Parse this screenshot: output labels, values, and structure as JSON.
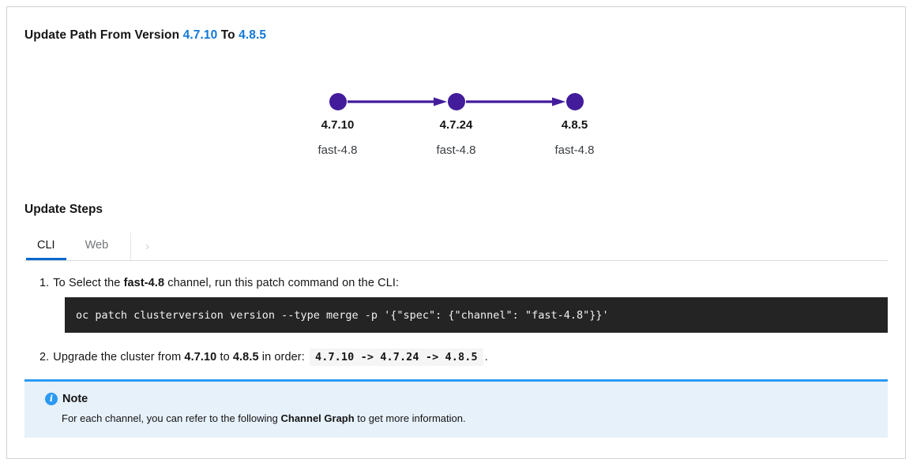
{
  "panel": {
    "title": {
      "prefix": "Update Path From Version",
      "from_version": "4.7.10",
      "connector": "To",
      "to_version": "4.8.5"
    },
    "graph": {
      "nodes": [
        {
          "version": "4.7.10",
          "channel": "fast-4.8"
        },
        {
          "version": "4.7.24",
          "channel": "fast-4.8"
        },
        {
          "version": "4.8.5",
          "channel": "fast-4.8"
        }
      ]
    },
    "steps_section": {
      "heading": "Update Steps",
      "tabs": [
        {
          "label": "CLI",
          "active": true
        },
        {
          "label": "Web",
          "active": false
        }
      ],
      "more_icon": "›",
      "steps": [
        {
          "marker": "1.",
          "text_before": "To Select the ",
          "bold_channel": "fast-4.8",
          "text_after": " channel, run this patch command on the CLI:",
          "command": "oc patch clusterversion version --type merge -p '{\"spec\": {\"channel\": \"fast-4.8\"}}'"
        },
        {
          "marker": "2.",
          "text_before": "Upgrade the cluster from ",
          "bold_from": "4.7.10",
          "text_mid": " to ",
          "bold_to": "4.8.5",
          "text_after": " in order: ",
          "order_code": "4.7.10 -> 4.7.24 -> 4.8.5",
          "period": "."
        }
      ]
    },
    "note": {
      "icon_char": "i",
      "title": "Note",
      "body_before": "For each channel, you can refer to the following ",
      "body_bold": "Channel Graph",
      "body_after": " to get more information."
    },
    "colors": {
      "node_purple": "#421c9b",
      "link_blue": "#1178d8",
      "tab_active_underline": "#0066cc",
      "note_background": "#e7f1fa",
      "note_accent": "#2b9af3",
      "code_background": "#242424",
      "panel_border": "#d2d2d2"
    }
  }
}
